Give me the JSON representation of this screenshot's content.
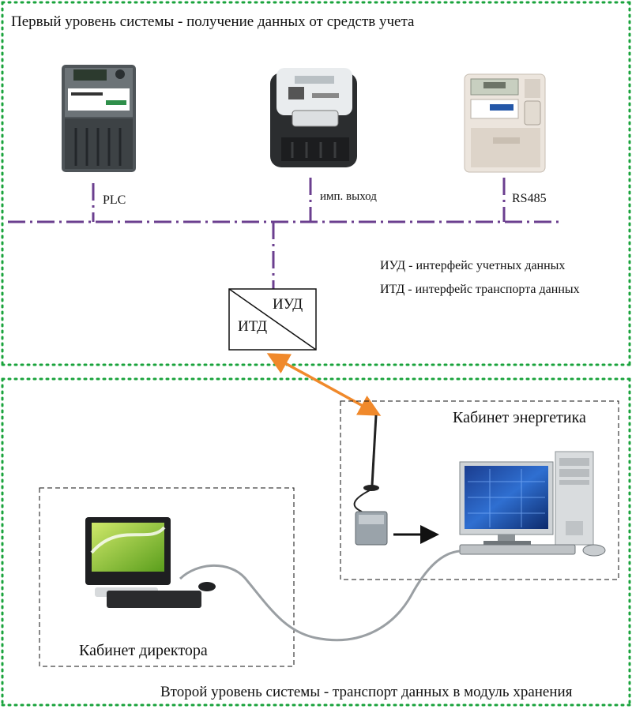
{
  "level1": {
    "title": "Первый уровень системы - получение данных от средств учета"
  },
  "level2": {
    "title": "Второй уровень системы - транспорт данных в модуль хранения"
  },
  "legend": {
    "iud": "ИУД - интерфейс учетных данных",
    "itd": "ИТД - интерфейс транспорта данных"
  },
  "meters": [
    {
      "label": "PLC",
      "icon": "electric-meter-1"
    },
    {
      "label": "имп. выход",
      "icon": "electric-meter-2"
    },
    {
      "label": "RS485",
      "icon": "electric-meter-3"
    }
  ],
  "interface_box": {
    "top_label": "ИУД",
    "bottom_label": "ИТД"
  },
  "rooms": {
    "energy": "Кабинет энергетика",
    "director": "Кабинет директора"
  },
  "colors": {
    "zone_border": "#1aa33c",
    "bus": "#6b3f8f",
    "radio_link": "#f0892b"
  }
}
